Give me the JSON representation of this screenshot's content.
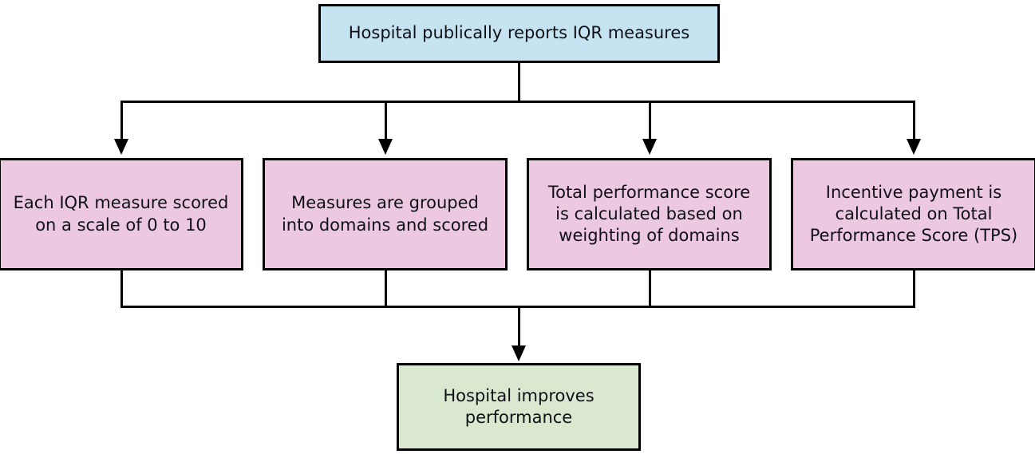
{
  "diagram": {
    "title_node": {
      "label": "Hospital publically reports IQR measures",
      "fill": "#c5e3f0"
    },
    "process_nodes": [
      {
        "label": "Each IQR measure scored\non a scale of 0 to 10",
        "fill": "#edc9e1"
      },
      {
        "label": "Measures are grouped\ninto domains and scored",
        "fill": "#edc9e1"
      },
      {
        "label": "Total performance score\nis calculated based on\nweighting of domains",
        "fill": "#edc9e1"
      },
      {
        "label": "Incentive payment is\ncalculated on Total\nPerformance Score (TPS)",
        "fill": "#edc9e1"
      }
    ],
    "outcome_node": {
      "label": "Hospital improves\nperformance",
      "fill": "#d9e8ce"
    },
    "colors": {
      "stroke": "#000000",
      "text": "#101018",
      "background": "#ffffff"
    }
  }
}
